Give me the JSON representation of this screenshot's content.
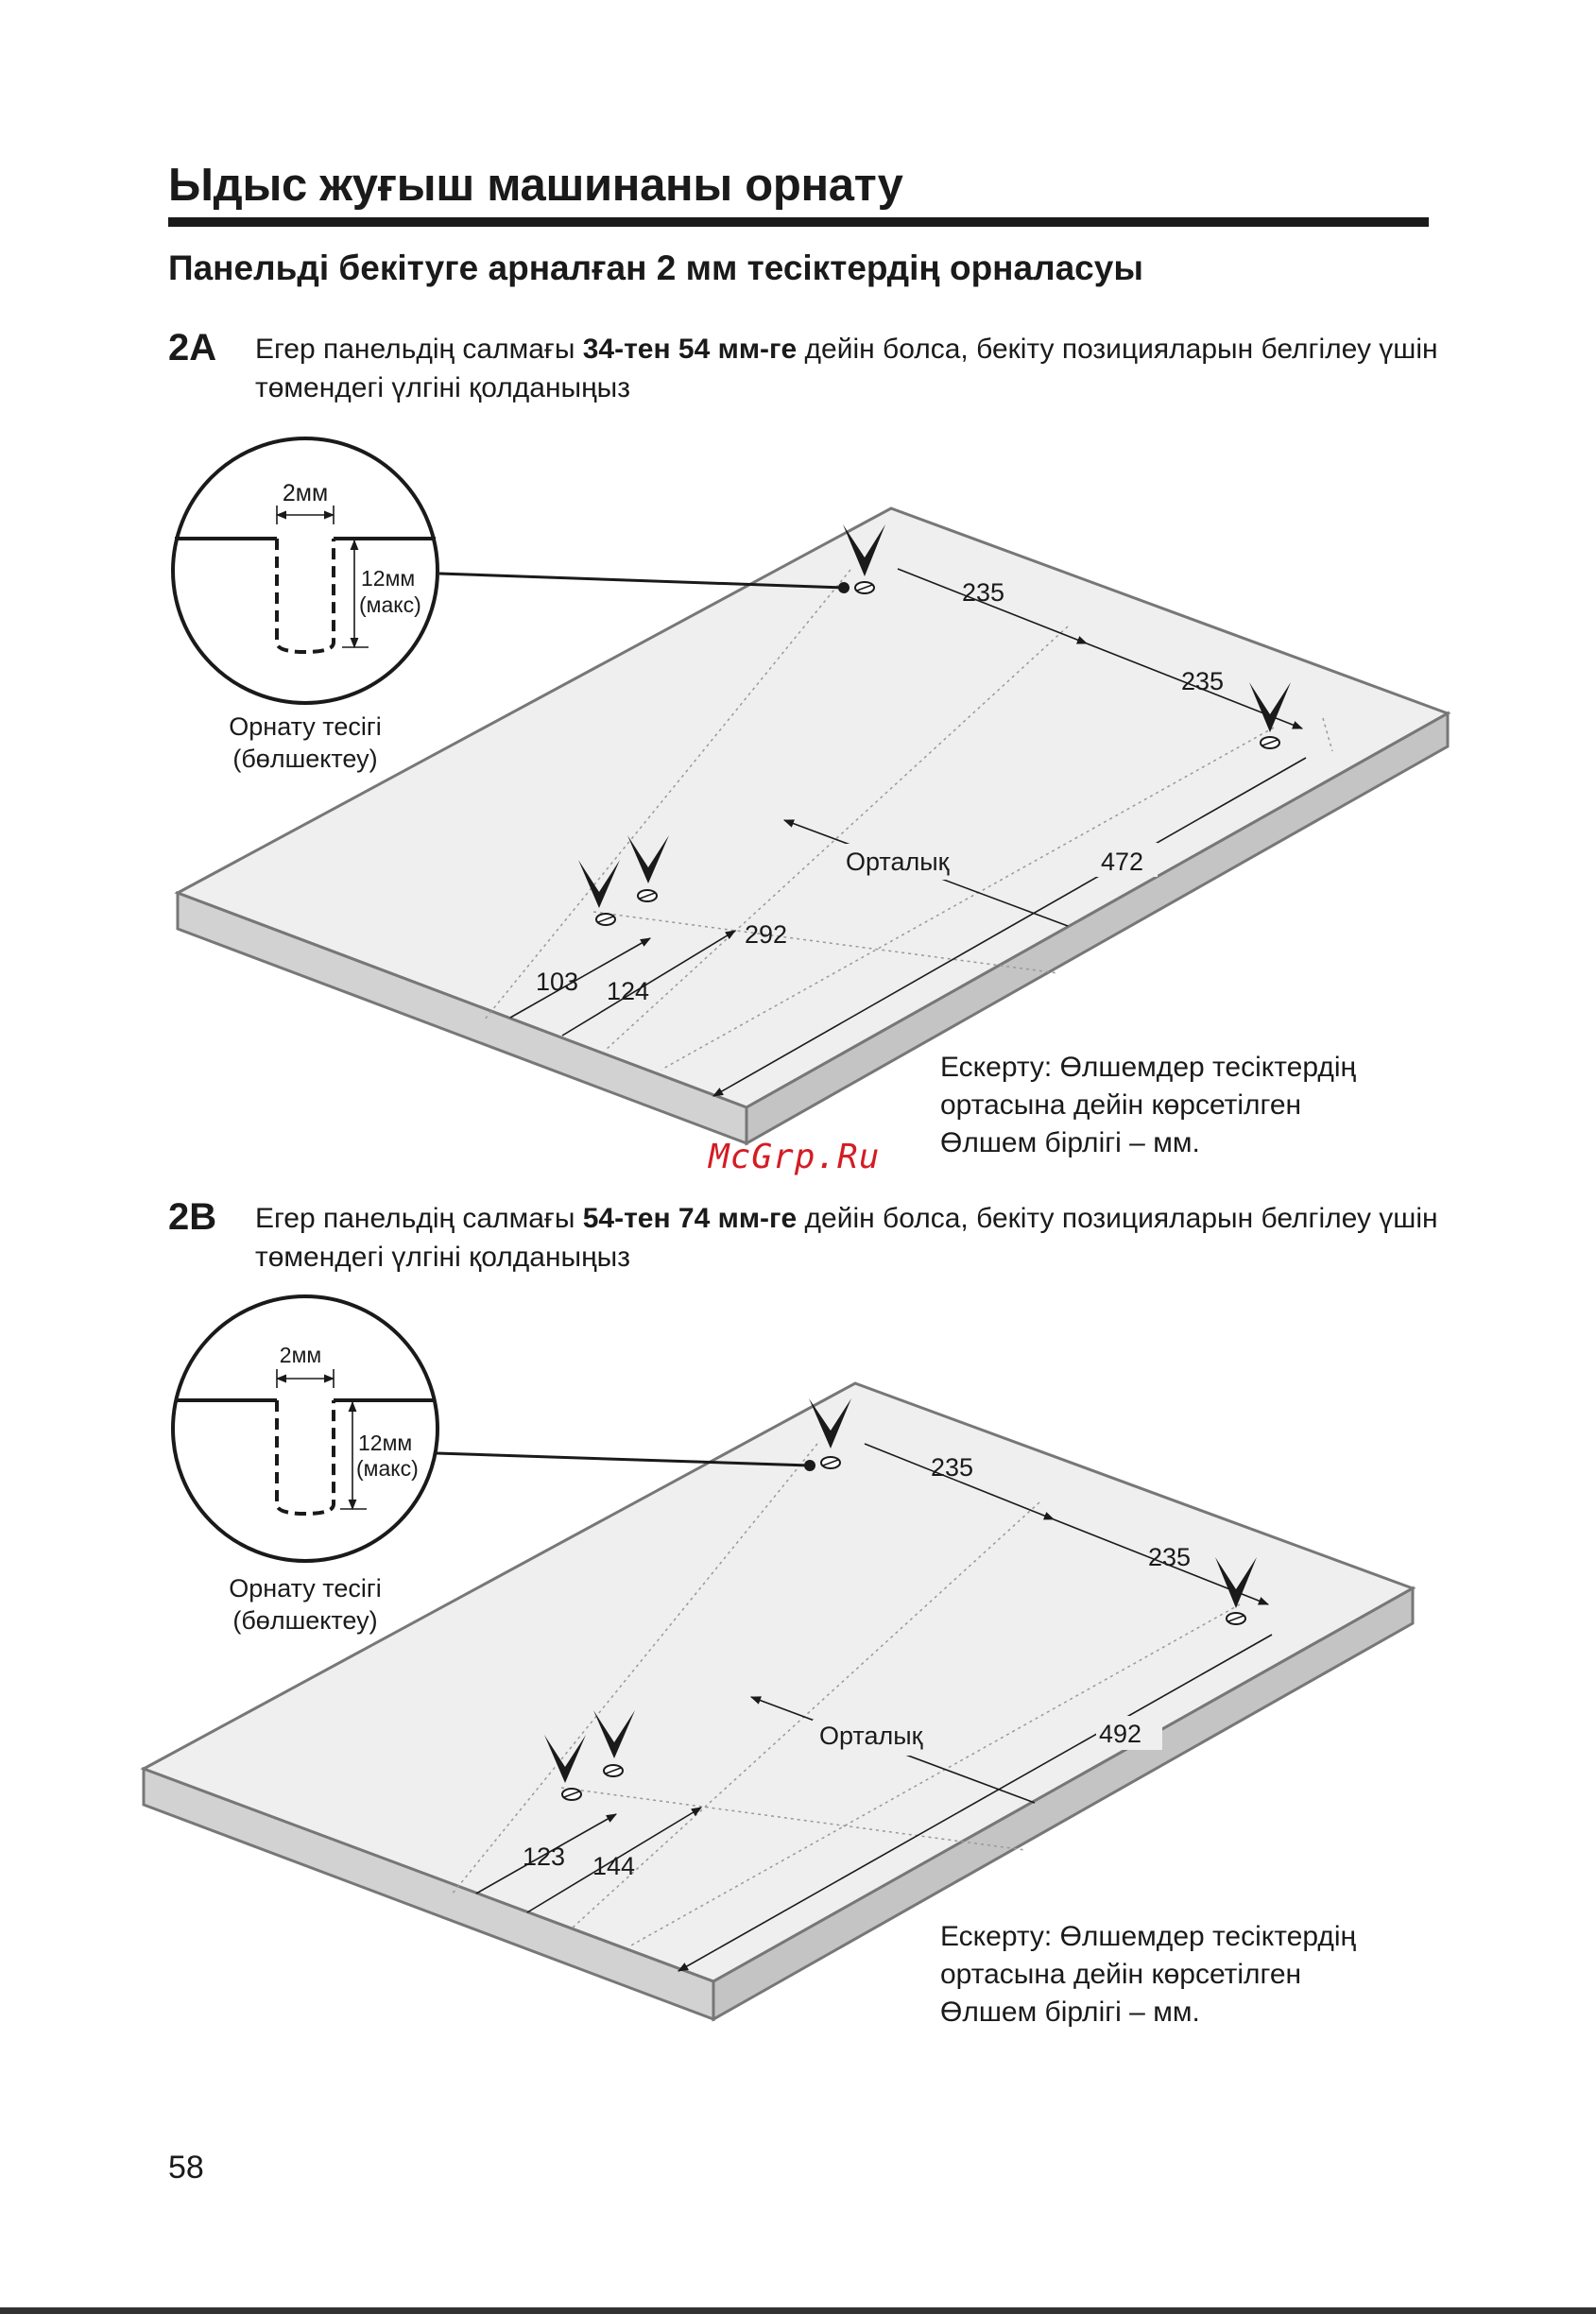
{
  "page": {
    "title": "Ыдыс жуғыш машинаны орнату",
    "subtitle": "Панельді бекітуге арналған 2 мм тесіктердің орналасуы",
    "page_number": "58",
    "watermark": "McGrp.Ru"
  },
  "sections": [
    {
      "id": "2A",
      "label": "2A",
      "text_before": "Егер панельдің салмағы ",
      "text_bold": "34-тен 54 мм-ге",
      "text_after": " дейін болса, бекіту позицияларын белгілеу үшін төмендегі үлгіні қолданыңыз",
      "detail": {
        "width_label": "2мм",
        "depth_label_1": "12мм",
        "depth_label_2": "(макс)",
        "caption_1": "Орнату тесігі",
        "caption_2": "(бөлшектеу)"
      },
      "dims": {
        "top_a": "235",
        "top_b": "235",
        "center": "Орталық",
        "long": "472",
        "mid": "292",
        "small_a": "103",
        "small_b": "124"
      },
      "note": [
        "Ескерту: Өлшемдер тесіктердің",
        "ортасына дейін көрсетілген",
        "Өлшем бірлігі – мм."
      ]
    },
    {
      "id": "2B",
      "label": "2B",
      "text_before": "Егер панельдің салмағы ",
      "text_bold": "54-тен 74 мм-ге",
      "text_after": " дейін болса, бекіту позицияларын белгілеу үшін төмендегі үлгіні қолданыңыз",
      "detail": {
        "width_label": "2мм",
        "depth_label_1": "12мм",
        "depth_label_2": "(макс)",
        "caption_1": "Орнату тесігі",
        "caption_2": "(бөлшектеу)"
      },
      "dims": {
        "top_a": "235",
        "top_b": "235",
        "center": "Орталық",
        "long": "492",
        "small_a": "123",
        "small_b": "144"
      },
      "note": [
        "Ескерту: Өлшемдер тесіктердің",
        "ортасына дейін көрсетілген",
        "Өлшем бірлігі – мм."
      ]
    }
  ]
}
